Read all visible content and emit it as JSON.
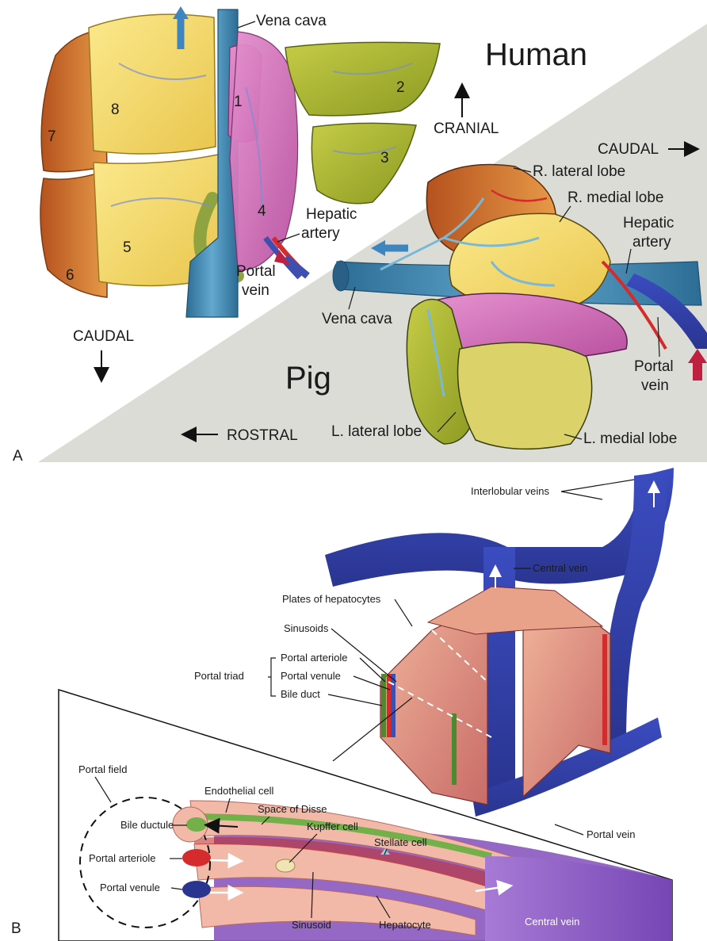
{
  "panel_a": {
    "letter": "A",
    "human": {
      "title": "Human",
      "cranial": "CRANIAL",
      "caudal": "CAUDAL",
      "vena_cava": "Vena cava",
      "hepatic_artery": "Hepatic artery",
      "portal_vein": "Portal vein",
      "segments": [
        "1",
        "2",
        "3",
        "4",
        "5",
        "6",
        "7",
        "8"
      ]
    },
    "pig": {
      "title": "Pig",
      "caudal": "CAUDAL",
      "rostral": "ROSTRAL",
      "r_lateral_lobe": "R. lateral lobe",
      "r_medial_lobe": "R. medial lobe",
      "hepatic_artery": "Hepatic artery",
      "vena_cava": "Vena cava",
      "portal_vein": "Portal vein",
      "l_lateral_lobe": "L. lateral lobe",
      "l_medial_lobe": "L. medial lobe"
    }
  },
  "panel_b": {
    "letter": "B",
    "interlobular_veins": "Interlobular veins",
    "central_vein_top": "Central vein",
    "plates_of_hepatocytes": "Plates of hepatocytes",
    "sinusoids": "Sinusoids",
    "portal_triad": "Portal triad",
    "portal_arteriole_top": "Portal arteriole",
    "portal_venule_top": "Portal venule",
    "bile_duct": "Bile duct",
    "portal_vein": "Portal vein",
    "portal_field": "Portal field",
    "endothelial_cell": "Endothelial cell",
    "space_of_disse": "Space of Disse",
    "bile_ductule": "Bile ductule",
    "kupffer_cell": "Kupffer cell",
    "stellate_cell": "Stellate cell",
    "portal_arteriole": "Portal arteriole",
    "portal_venule": "Portal venule",
    "sinusoid": "Sinusoid",
    "hepatocyte": "Hepatocyte",
    "central_vein": "Central vein"
  },
  "colors": {
    "background_grey": "#dcdcd7",
    "vein_blue": "#3e4fb0",
    "vena_cava_blue": "#3f86b0",
    "artery_red": "#d42c2c",
    "lobe_yellow": "#f0d86a",
    "lobe_orange": "#d77a2e",
    "lobe_pink": "#d070b8",
    "lobe_olive": "#a7b42e",
    "bile_green": "#74b04a",
    "central_vein_purple": "#8a5cc4"
  }
}
